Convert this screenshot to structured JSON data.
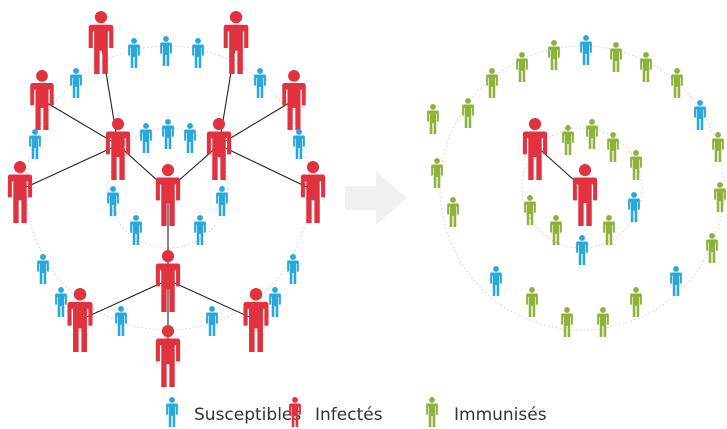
{
  "colors": {
    "susceptible": "#2aa7db",
    "infected": "#e0323f",
    "immune": "#8fb23d",
    "link": "#222222",
    "ring": "#cfcfcf",
    "arrow": "#f0f0ee"
  },
  "legend": [
    {
      "key": "susceptible",
      "label": "Susceptibles",
      "icon": "person-susceptible-icon"
    },
    {
      "key": "infected",
      "label": "Infectés",
      "icon": "person-infected-icon"
    },
    {
      "key": "immune",
      "label": "Immunisés",
      "icon": "person-immune-icon"
    }
  ],
  "transition_icon": "arrow-right-icon"
}
